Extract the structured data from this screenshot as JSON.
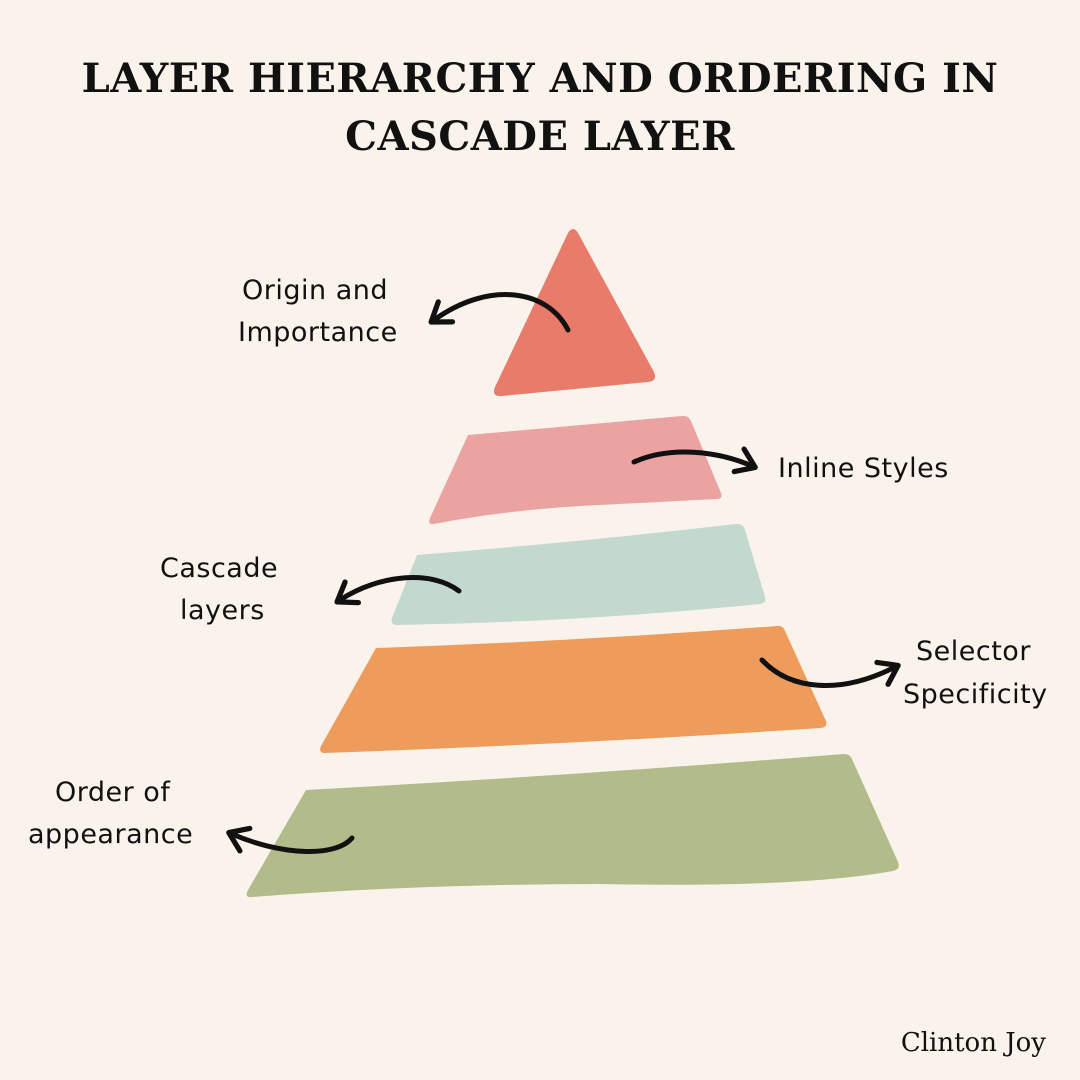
{
  "title": {
    "line1": "LAYER HIERARCHY AND ORDERING IN",
    "line2": "CASCADE LAYER"
  },
  "tiers": [
    {
      "label_line1": "Origin and",
      "label_line2": "Importance",
      "color": "#e87b6a"
    },
    {
      "label_line1": "Inline Styles",
      "color": "#eba3a2"
    },
    {
      "label_line1": "Cascade",
      "label_line2": "layers",
      "color": "#c3d9cf"
    },
    {
      "label_line1": "Selector",
      "label_line2": "Specificity",
      "color": "#ee9c5c"
    },
    {
      "label_line1": "Order of",
      "label_line2": "appearance",
      "color": "#b2bb8a"
    }
  ],
  "author": "Clinton Joy",
  "colors": {
    "background": "#faf3eb",
    "text": "#111111"
  }
}
